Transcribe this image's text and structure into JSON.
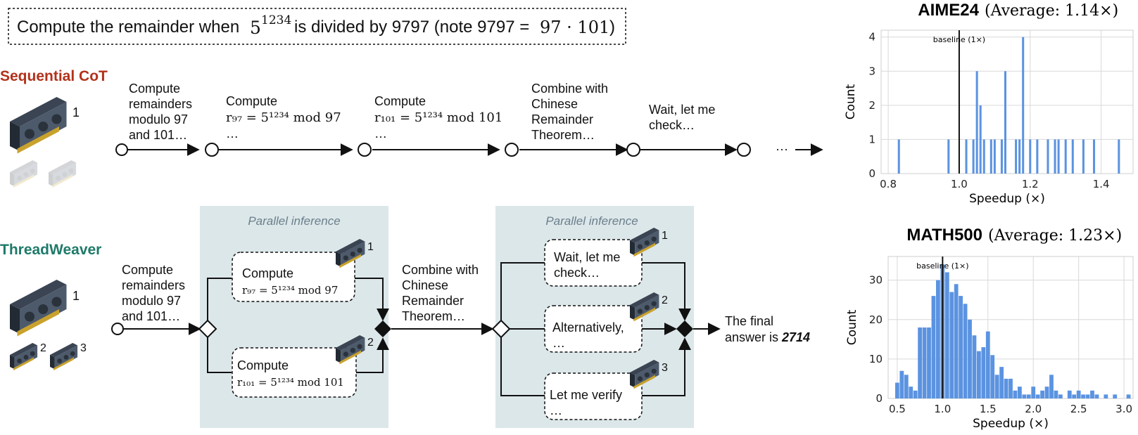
{
  "problem": {
    "text_a": "Compute the remainder when",
    "base": "5",
    "exp": "1234",
    "text_b": "is divided by 9797 (note 9797 =",
    "factor": "97 · 101",
    "close": ")"
  },
  "sequential": {
    "title": "Sequential CoT",
    "gpu_count": "1",
    "steps": [
      {
        "lines": [
          "Compute",
          "remainders",
          "modulo 97",
          "and 101…"
        ]
      },
      {
        "line1": "Compute",
        "math": "r₉₇ = 5¹²³⁴  mod 97",
        "line3": "…"
      },
      {
        "line1": "Compute",
        "math": "r₁₀₁ = 5¹²³⁴  mod 101",
        "line3": "…"
      },
      {
        "lines": [
          "Combine with",
          "Chinese",
          "Remainder",
          "Theorem…"
        ]
      },
      {
        "lines": [
          "Wait, let me",
          "check…"
        ]
      }
    ],
    "ellipsis": "···"
  },
  "threadweaver": {
    "title": "ThreadWeaver",
    "gpu_labels": [
      "1",
      "2",
      "3"
    ],
    "intro": [
      "Compute",
      "remainders",
      "modulo 97",
      "and 101…"
    ],
    "panel_title": "Parallel inference",
    "branch_a": {
      "label": "Compute",
      "math": "r₉₇ = 5¹²³⁴  mod 97",
      "gpu": "1"
    },
    "branch_b": {
      "label": "Compute",
      "math": "r₁₀₁ = 5¹²³⁴  mod 101",
      "gpu": "2"
    },
    "combine": [
      "Combine with",
      "Chinese",
      "Remainder",
      "Theorem…"
    ],
    "branches2": [
      {
        "lines": [
          "Wait, let me",
          "check…"
        ],
        "gpu": "1"
      },
      {
        "lines": [
          "Alternatively,",
          "…"
        ],
        "gpu": "2"
      },
      {
        "lines": [
          "Let me verify",
          "…"
        ],
        "gpu": "3"
      }
    ],
    "final_text": "The final",
    "final_text2": "answer is",
    "final_answer": "2714"
  },
  "chart_data": [
    {
      "type": "bar",
      "title": "AIME24",
      "subtitle": "(Average:  1.14×)",
      "xlabel": "Speedup (×)",
      "ylabel": "Count",
      "xlim": [
        0.78,
        1.49
      ],
      "ylim": [
        0,
        4.2
      ],
      "xticks": [
        "0.8",
        "1.0",
        "1.2",
        "1.4"
      ],
      "yticks": [
        "0",
        "1",
        "2",
        "3",
        "4"
      ],
      "baseline_label": "baseline (1×)",
      "baseline_x": 1.0,
      "bin_width": 0.006,
      "x": [
        0.83,
        0.97,
        1.02,
        1.04,
        1.05,
        1.06,
        1.07,
        1.09,
        1.1,
        1.12,
        1.13,
        1.16,
        1.17,
        1.18,
        1.2,
        1.22,
        1.25,
        1.27,
        1.28,
        1.3,
        1.32,
        1.35,
        1.38,
        1.45
      ],
      "values": [
        1,
        1,
        1,
        1,
        3,
        2,
        1,
        1,
        1,
        1,
        3,
        1,
        1,
        4,
        1,
        1,
        1,
        1,
        1,
        1,
        1,
        1,
        1,
        1
      ],
      "grid": true
    },
    {
      "type": "bar",
      "title": "MATH500",
      "subtitle": "(Average:  1.23×)",
      "xlabel": "Speedup (×)",
      "ylabel": "Count",
      "xlim": [
        0.4,
        3.1
      ],
      "ylim": [
        0,
        36
      ],
      "xticks": [
        "0.5",
        "1.0",
        "1.5",
        "2.0",
        "2.5",
        "3.0"
      ],
      "yticks": [
        "0",
        "10",
        "20",
        "30"
      ],
      "baseline_label": "baseline (1×)",
      "baseline_x": 1.0,
      "bin_width": 0.045,
      "x": [
        0.5,
        0.55,
        0.6,
        0.65,
        0.7,
        0.75,
        0.8,
        0.85,
        0.9,
        0.95,
        1.0,
        1.05,
        1.1,
        1.15,
        1.2,
        1.25,
        1.3,
        1.35,
        1.4,
        1.45,
        1.5,
        1.55,
        1.6,
        1.65,
        1.7,
        1.75,
        1.8,
        1.85,
        1.9,
        1.95,
        2.0,
        2.05,
        2.1,
        2.15,
        2.2,
        2.25,
        2.3,
        2.4,
        2.45,
        2.5,
        2.55,
        2.6,
        2.65,
        2.7,
        2.8,
        2.9,
        3.05
      ],
      "values": [
        4,
        7,
        6,
        3,
        2,
        18,
        18,
        18,
        26,
        30,
        34,
        32,
        27,
        29,
        26,
        24,
        20,
        16,
        12,
        13,
        17,
        11,
        6,
        8,
        5,
        5,
        2,
        3,
        1,
        1,
        3,
        1,
        2,
        3,
        6,
        2,
        1,
        2,
        1,
        2,
        1,
        1,
        2,
        1,
        1,
        1,
        1
      ],
      "grid": true
    }
  ]
}
